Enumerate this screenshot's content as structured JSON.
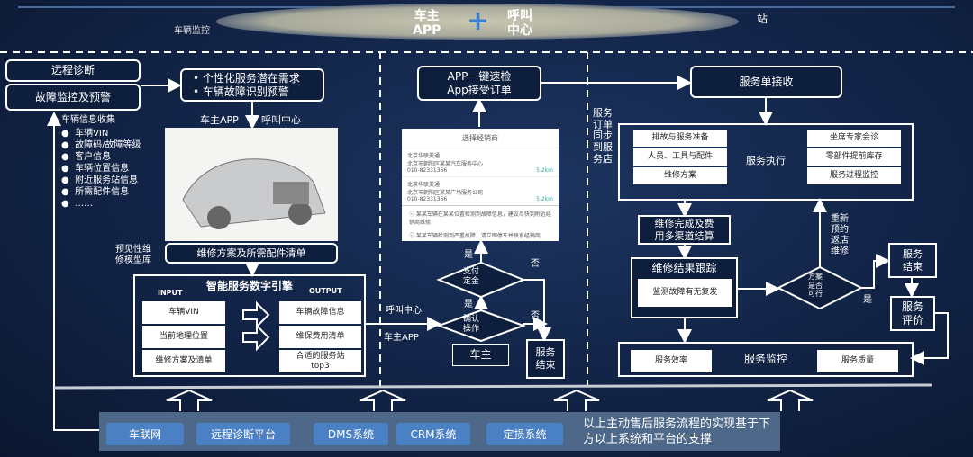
{
  "header": {
    "left_label": "车辆监控",
    "app_label": "车主\nAPP",
    "plus": "+",
    "call_label": "呼叫\n中心",
    "right_label": "站"
  },
  "left": {
    "remote_diag": "远程诊断",
    "fault_monitor": "故障监控及预警",
    "needs": [
      "个性化服务潜在需求",
      "车辆故障识别预警"
    ],
    "channel_app": "车主APP",
    "channel_call": "呼叫中心",
    "collect_title": "车辆信息收集",
    "collect_items": [
      "车辆VIN",
      "故障码/故障等级",
      "客户信息",
      "车辆位置信息",
      "附近服务站信息",
      "所需配件信息",
      "……"
    ],
    "model_lib": "预见性维\n修模型库",
    "plan_list": "维修方案及所需配件清单",
    "engine": {
      "title": "智能服务数字引擎",
      "input_label": "INPUT",
      "output_label": "OUTPUT",
      "inputs": [
        "车辆VIN",
        "当前地理位置",
        "维修方案及清单"
      ],
      "outputs": [
        "车辆故障信息",
        "维保费用清单",
        "合适的服务站\ntop3"
      ]
    }
  },
  "middle": {
    "app_box": "APP一键速检\nApp接受订单",
    "phone": {
      "title": "选择经销商",
      "dealers": [
        {
          "name": "北京华联美通",
          "addr": "北京市朝阳区某某汽车服务中心",
          "phone": "010-82331366",
          "dist": "5.2km"
        },
        {
          "name": "北京华联美通",
          "addr": "北京市朝阳区某某广场服务公司",
          "phone": "010-82331366",
          "dist": "5.2km"
        }
      ],
      "notices": [
        "某某车辆在某某位置检测到故障信息，建议尽快到附近经销商维修",
        "某某车辆检测到严重故障，请立即停车并联系经销商"
      ]
    },
    "call_center": "呼叫中心",
    "owner_app": "车主APP",
    "confirm": "确认\n操作",
    "deposit": "支付\n定金",
    "yes": "是",
    "no": "否",
    "owner": "车主",
    "service_end": "服务\n结束"
  },
  "right": {
    "receive": "服务单接收",
    "sync": "服务\n订单\n同步\n到服\n务店",
    "exec_label": "服务执行",
    "exec_left": [
      "排故与服务准备",
      "人员、工具与配件",
      "维修方案"
    ],
    "exec_right": [
      "坐席专家会诊",
      "零部件提前库存",
      "服务过程监控"
    ],
    "settle": "维修完成及费\n用多渠道结算",
    "track": "维修结果跟踪",
    "track_inner": "监测故障有无复发",
    "feasible": "方案\n是否\n可行",
    "rebook": "重新\n预约\n返店\n维修",
    "yes": "是",
    "end": "服务\n结束",
    "eval": "服务\n评价",
    "monitor": "服务监控",
    "efficiency": "服务效率",
    "quality": "服务质量"
  },
  "footer": {
    "systems": [
      "车联网",
      "远程诊断平台",
      "DMS系统",
      "CRM系统",
      "定损系统"
    ],
    "note": "以上主动售后服务流程的实现基于下方以上系统和平台的支撑"
  }
}
